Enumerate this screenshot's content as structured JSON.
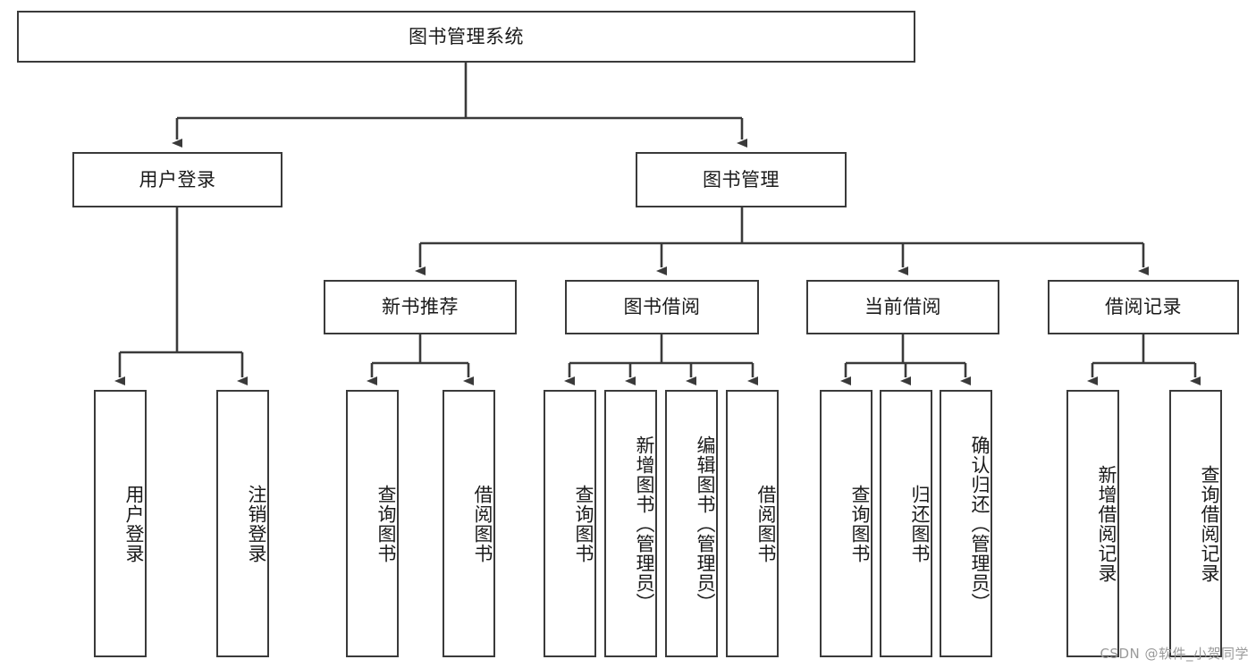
{
  "diagram": {
    "type": "tree-hierarchy",
    "title": "图书管理系统",
    "orientation": "top-down",
    "line_color": "#3a3a3a",
    "box_fill": "#ffffff",
    "text_color": "#1a1a1a",
    "levels": 4,
    "nodes": {
      "root": {
        "label": "图书管理系统",
        "level": 0
      },
      "l1_a": {
        "label": "用户登录",
        "level": 1
      },
      "l1_b": {
        "label": "图书管理",
        "level": 1
      },
      "l2_a": {
        "label": "新书推荐",
        "level": 2
      },
      "l2_b": {
        "label": "图书借阅",
        "level": 2
      },
      "l2_c": {
        "label": "当前借阅",
        "level": 2
      },
      "l2_d": {
        "label": "借阅记录",
        "level": 2
      },
      "leaf_1": {
        "label": "用户登录",
        "level": 3
      },
      "leaf_2": {
        "label": "注销登录",
        "level": 3
      },
      "leaf_3": {
        "label": "查询图书",
        "level": 3
      },
      "leaf_4": {
        "label": "借阅图书",
        "level": 3
      },
      "leaf_5": {
        "label": "查询图书",
        "level": 3
      },
      "leaf_6": {
        "label": "新增图书（管理员）",
        "level": 3
      },
      "leaf_7": {
        "label": "编辑图书（管理员）",
        "level": 3
      },
      "leaf_8": {
        "label": "借阅图书",
        "level": 3
      },
      "leaf_9": {
        "label": "查询图书",
        "level": 3
      },
      "leaf_10": {
        "label": "归还图书",
        "level": 3
      },
      "leaf_11": {
        "label": "确认归还（管理员）",
        "level": 3
      },
      "leaf_12": {
        "label": "新增借阅记录",
        "level": 3
      },
      "leaf_13": {
        "label": "查询借阅记录",
        "level": 3
      }
    },
    "edges": [
      [
        "root",
        "l1_a"
      ],
      [
        "root",
        "l1_b"
      ],
      [
        "l1_a",
        "leaf_1"
      ],
      [
        "l1_a",
        "leaf_2"
      ],
      [
        "l1_b",
        "l2_a"
      ],
      [
        "l1_b",
        "l2_b"
      ],
      [
        "l1_b",
        "l2_c"
      ],
      [
        "l1_b",
        "l2_d"
      ],
      [
        "l2_a",
        "leaf_3"
      ],
      [
        "l2_a",
        "leaf_4"
      ],
      [
        "l2_b",
        "leaf_5"
      ],
      [
        "l2_b",
        "leaf_6"
      ],
      [
        "l2_b",
        "leaf_7"
      ],
      [
        "l2_b",
        "leaf_8"
      ],
      [
        "l2_c",
        "leaf_9"
      ],
      [
        "l2_c",
        "leaf_10"
      ],
      [
        "l2_c",
        "leaf_11"
      ],
      [
        "l2_d",
        "leaf_12"
      ],
      [
        "l2_d",
        "leaf_13"
      ]
    ]
  },
  "watermark": {
    "text": "CSDN @软件_小贺同学"
  }
}
